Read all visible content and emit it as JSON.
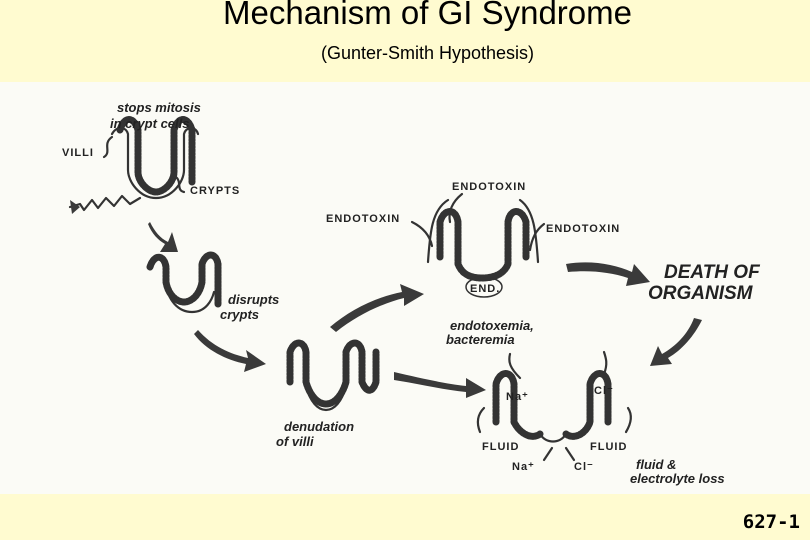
{
  "header": {
    "title": "Mechanism of GI Syndrome",
    "subtitle": "(Gunter-Smith Hypothesis)"
  },
  "diagram": {
    "label_stops_mitosis_1": "stops mitosis",
    "label_stops_mitosis_2": "in crypt cells",
    "label_villi": "VILLI",
    "label_crypts": "CRYPTS",
    "label_disrupts_1": "disrupts",
    "label_disrupts_2": "crypts",
    "label_denudation_1": "denudation",
    "label_denudation_2": "of villi",
    "label_endotoxin_top": "ENDOTOXIN",
    "label_endotoxin_left": "ENDOTOXIN",
    "label_endotoxin_right": "ENDOTOXIN",
    "label_end": "END.",
    "label_endotoxemia_1": "endotoxemia,",
    "label_endotoxemia_2": "bacteremia",
    "label_death_1": "DEATH OF",
    "label_death_2": "ORGANISM",
    "label_na_top": "Na⁺",
    "label_cl_top": "Cl⁻",
    "label_fluid_left": "FLUID",
    "label_fluid_right": "FLUID",
    "label_na_bottom": "Na⁺",
    "label_cl_bottom": "Cl⁻",
    "label_fluid_loss_1": "fluid &",
    "label_fluid_loss_2": "electrolyte loss"
  },
  "footer": {
    "figure_number": "627-1"
  }
}
